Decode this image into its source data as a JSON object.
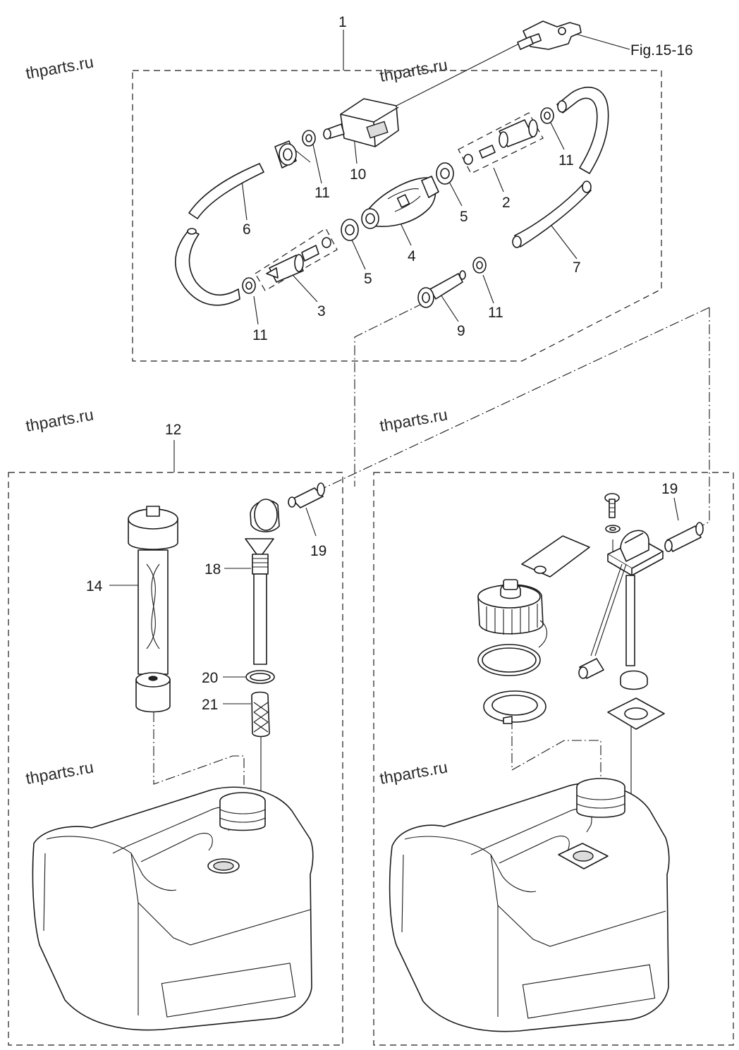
{
  "diagram": {
    "figure_reference": "Fig.15-16",
    "watermark": "thparts.ru",
    "callouts": {
      "c1": "1",
      "c2": "2",
      "c3": "3",
      "c4": "4",
      "c5a": "5",
      "c5b": "5",
      "c6": "6",
      "c7": "7",
      "c9": "9",
      "c10": "10",
      "c11a": "11",
      "c11b": "11",
      "c11c": "11",
      "c11d": "11",
      "c12": "12",
      "c14": "14",
      "c18": "18",
      "c19a": "19",
      "c19b": "19",
      "c20": "20",
      "c21": "21"
    }
  }
}
